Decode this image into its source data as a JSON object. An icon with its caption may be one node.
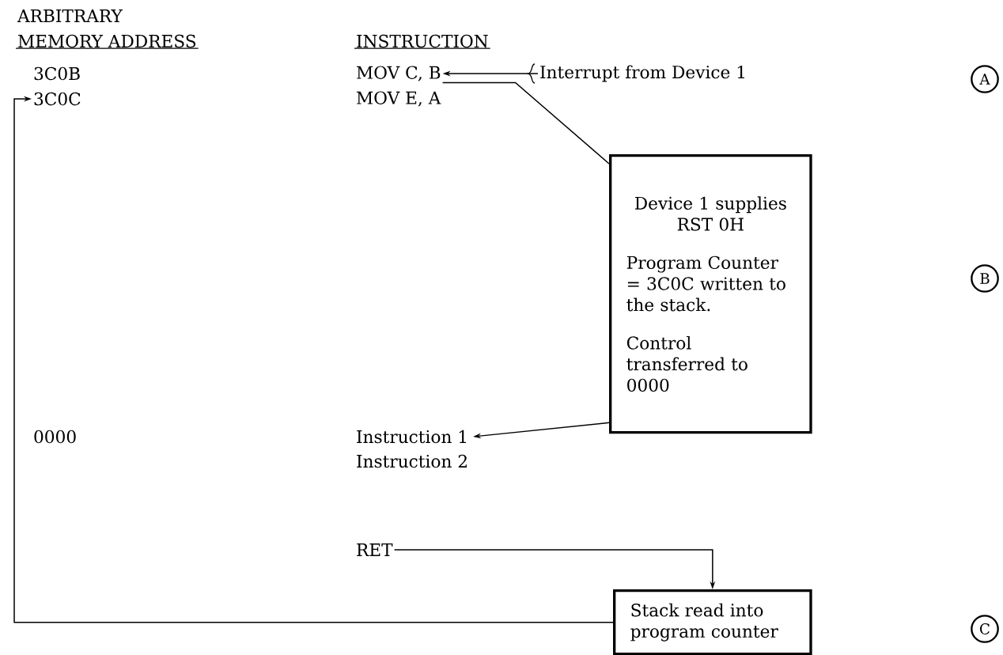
{
  "diagram": {
    "nodes": [
      {
        "text": [
          "3C0B"
        ]
      },
      {
        "text": [
          "3C0C"
        ]
      },
      {
        "text": [
          "MOV C, B"
        ]
      },
      {
        "text": [
          "MOV E, A"
        ]
      },
      {
        "text": [
          "Interrupt from Device 1"
        ]
      },
      {
        "text": [
          "Device 1 supplies RST 0H",
          "Program Counter = 3C0C written to the stack.",
          "Control transferred to 0000"
        ]
      },
      {
        "text": [
          "0000"
        ]
      },
      {
        "text": [
          "Instruction 1"
        ]
      },
      {
        "text": [
          "Instruction 2"
        ]
      },
      {
        "text": [
          "RET"
        ]
      },
      {
        "text": [
          "Stack read into program counter"
        ]
      },
      {
        "text": [
          "A"
        ]
      },
      {
        "text": [
          "B"
        ]
      },
      {
        "text": [
          "C"
        ]
      }
    ],
    "edges": [
      {
        "from": 4,
        "to": 2,
        "arrow": "to"
      },
      {
        "from": 2,
        "to": 5,
        "arrow": "none"
      },
      {
        "from": 5,
        "to": 7,
        "arrow": "to"
      },
      {
        "from": 9,
        "to": 10,
        "arrow": "to"
      },
      {
        "from": 10,
        "to": 1,
        "arrow": "to"
      }
    ],
    "labels": [
      "ARBITRARY",
      "MEMORY ADDRESS",
      "INSTRUCTION"
    ]
  }
}
